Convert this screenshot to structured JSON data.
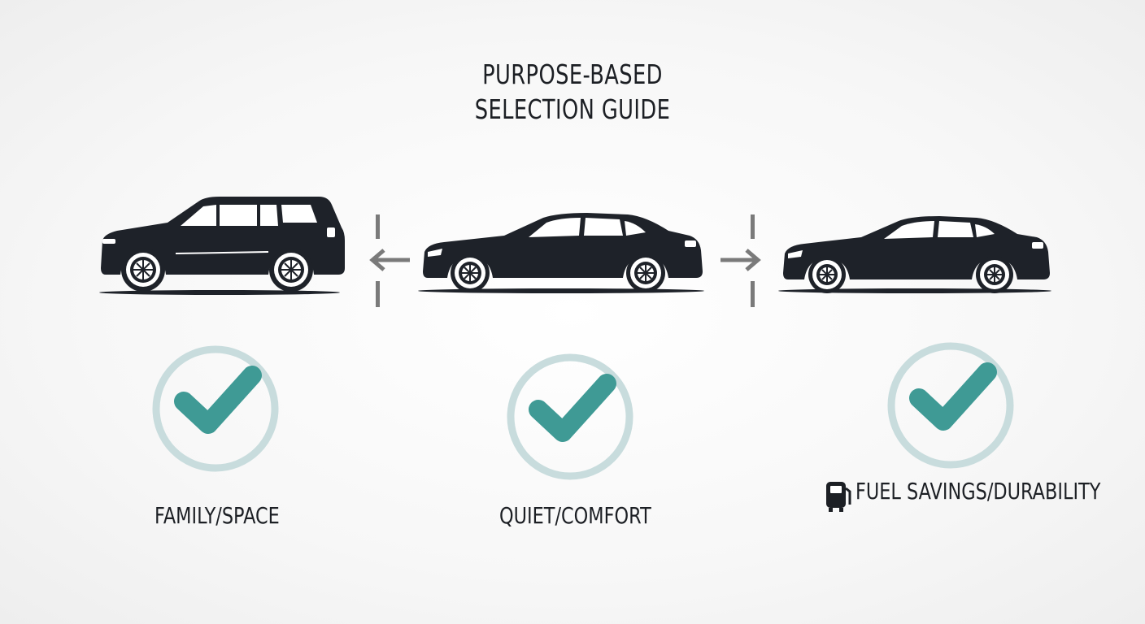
{
  "title": {
    "line1": "PURPOSE-BASED",
    "line2": "SELECTION GUIDE"
  },
  "options": [
    {
      "label": "FAMILY/SPACE",
      "vehicle": "suv-icon",
      "check": "checkmark-icon"
    },
    {
      "label": "QUIET/COMFORT",
      "vehicle": "sedan-icon",
      "check": "checkmark-icon"
    },
    {
      "label": "FUEL SAVINGS/DURABILITY",
      "vehicle": "compact-sedan-icon",
      "check": "checkmark-icon",
      "label_icon": "fuel-pump-icon"
    }
  ],
  "colors": {
    "text": "#1c1f24",
    "car": "#1e2229",
    "check": "#3f9a95",
    "ring": "#c8dcdd",
    "arrow": "#7a7a7a"
  }
}
